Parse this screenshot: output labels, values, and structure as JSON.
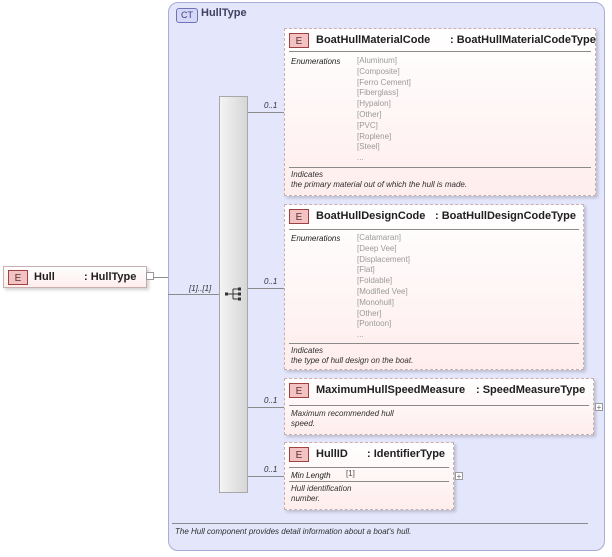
{
  "complexType": {
    "badge": "CT",
    "name": "HullType",
    "documentation": "The Hull component provides detail information about a boat's hull."
  },
  "root": {
    "badge": "E",
    "name": "Hull",
    "type": ": HullType"
  },
  "sequence": {
    "cardinality": "[1]..[1]"
  },
  "elements": [
    {
      "badge": "E",
      "name": "BoatHullMaterialCode",
      "type": ": BoatHullMaterialCodeType",
      "cardinality": "0..1",
      "facet_label": "Enumerations",
      "enumerations": [
        "[Aluminum]",
        "[Composite]",
        "[Ferro Cement]",
        "[Fiberglass]",
        "[Hypalon]",
        "[Other]",
        "[PVC]",
        "[Roplene]",
        "[Steel]",
        "..."
      ],
      "doc1": "Indicates",
      "doc2": "the primary material out of which the hull is made."
    },
    {
      "badge": "E",
      "name": "BoatHullDesignCode",
      "type": ": BoatHullDesignCodeType",
      "cardinality": "0..1",
      "facet_label": "Enumerations",
      "enumerations": [
        "[Catamaran]",
        "[Deep Vee]",
        "[Displacement]",
        "[Flat]",
        "[Foldable]",
        "[Modified Vee]",
        "[Monohull]",
        "[Other]",
        "[Pontoon]",
        "..."
      ],
      "doc1": "Indicates",
      "doc2": "the type of hull design on the boat."
    },
    {
      "badge": "E",
      "name": "MaximumHullSpeedMeasure",
      "type": ": SpeedMeasureType",
      "cardinality": "0..1",
      "doc1": "Maximum recommended hull",
      "doc2": "speed.",
      "expander": "+"
    },
    {
      "badge": "E",
      "name": "HullID",
      "type": ": IdentifierType",
      "cardinality": "0..1",
      "facet_label": "Min Length",
      "facet_value": "[1]",
      "doc1": "Hull identification",
      "doc2": "number.",
      "expander": "+"
    }
  ]
}
